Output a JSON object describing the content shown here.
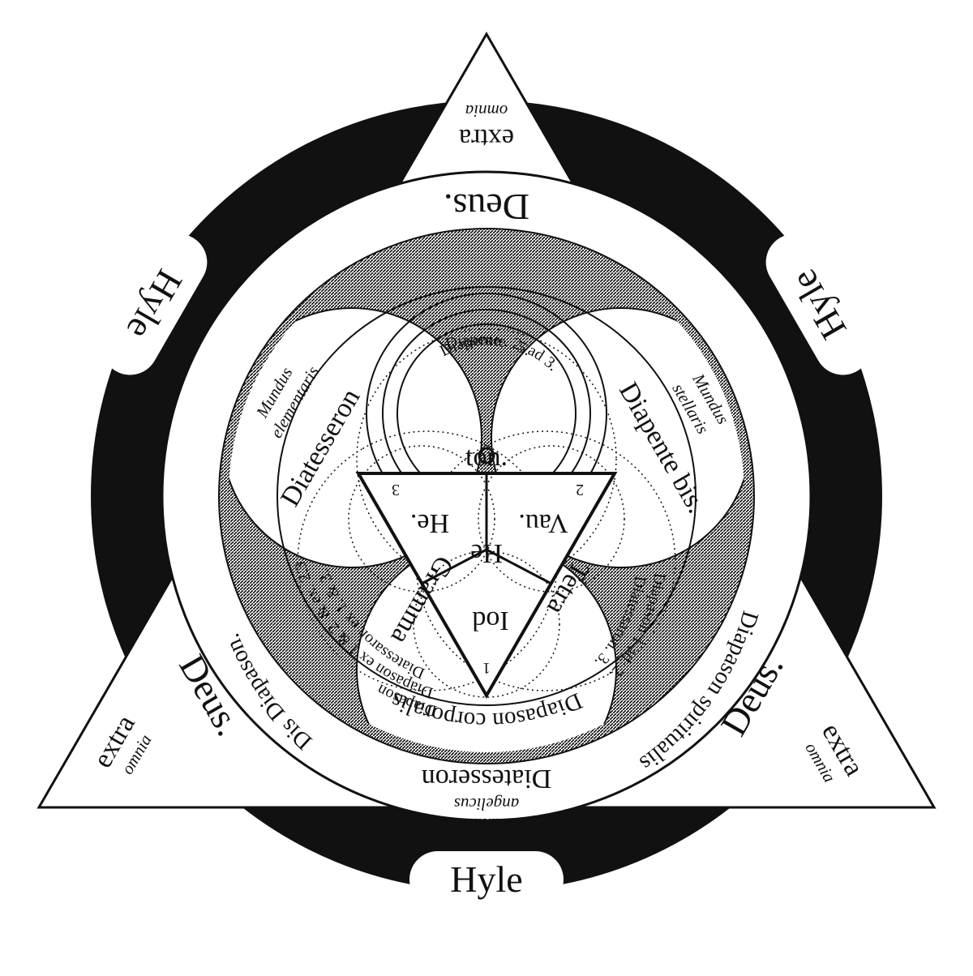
{
  "colors": {
    "ink": "#111111",
    "paper": "#ffffff",
    "shade": "#2a2a2a"
  },
  "labels": {
    "deus": "Deus.",
    "hyle": "Hyle",
    "extra": "extra",
    "omnia": "omnia",
    "diapason_corporalis": "Diapason corporalis",
    "diapason_spiritualis": "Diapason spiritualis",
    "dis_diapason": "Dis Diapason.",
    "mundus": "Mundus",
    "elementaris": "elementaris",
    "stellaris": "stellaris",
    "angelicus": "angelicus",
    "diatesseron": "Diatesseron",
    "diapente_bis": "Diapente bis.",
    "diapente_5": "Diapente . 5.",
    "diapente_2_ad_3": "Diapente . 2. ad 3.",
    "ton": "ton.",
    "he": "He",
    "he_dot": "He.",
    "vau": "Vau.",
    "iod": "Iod",
    "n1": "1",
    "n2": "2",
    "n3": "3",
    "gramma": "Gramma",
    "tetra": "Tetra",
    "diapason_1_ad_2": "Diapason 1 ad. 2.",
    "diatessaron_3": "Diatessaron. 3.",
    "diapason_4": "Diapason",
    "diatessaron_4": "Diatessaron",
    "dia_ex_1": "Diatessaron ex 1. & 3.",
    "dia_ex_2": "Diapason ex 1 & 2. & ex. 2.3."
  }
}
